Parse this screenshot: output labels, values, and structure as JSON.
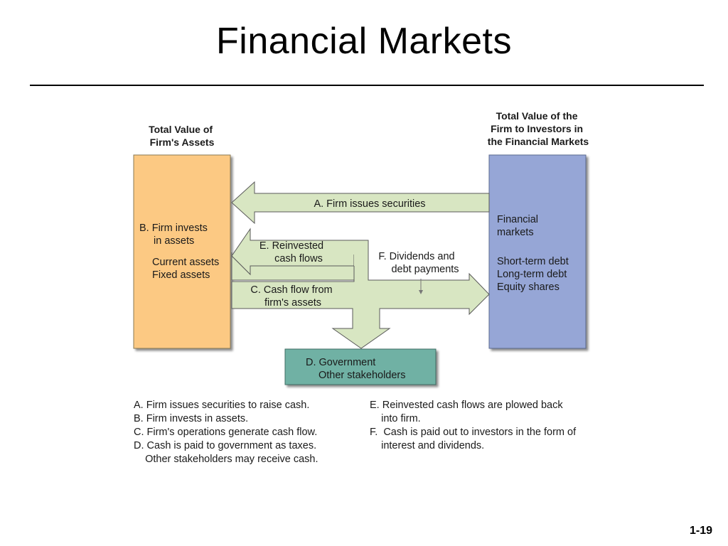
{
  "title": "Financial Markets",
  "slide_number": "1-19",
  "colors": {
    "assets_box": "#fcc983",
    "markets_box": "#96a6d6",
    "government_box": "#6fb1a4",
    "arrow_fill": "#d8e6c2",
    "arrow_stroke": "#5a5a5a"
  },
  "headers": {
    "assets": [
      "Total Value of",
      "Firm's Assets"
    ],
    "markets": [
      "Total Value of the",
      "Firm to Investors in",
      "the Financial Markets"
    ]
  },
  "assets_box": {
    "lines": [
      "B. Firm invests",
      "in assets",
      "Current assets",
      "Fixed assets"
    ]
  },
  "markets_box": {
    "lines": [
      "Financial",
      "markets",
      "Short-term debt",
      "Long-term debt",
      "Equity shares"
    ]
  },
  "government_box": {
    "lines": [
      "D. Government",
      "Other stakeholders"
    ]
  },
  "arrows": {
    "a": "A. Firm issues securities",
    "e": [
      "E. Reinvested",
      "cash flows"
    ],
    "c": [
      "C. Cash flow from",
      "firm's assets"
    ],
    "f": [
      "F. Dividends and",
      "debt payments"
    ]
  },
  "notes_left": [
    "A. Firm issues securities to raise cash.",
    "B. Firm invests in assets.",
    "C. Firm's operations generate cash flow.",
    "D. Cash is paid to government as taxes.",
    "    Other stakeholders may receive cash."
  ],
  "notes_right": [
    "E. Reinvested cash flows are plowed back",
    "    into firm.",
    "F.  Cash is paid out to investors in the form of",
    "    interest and dividends."
  ]
}
